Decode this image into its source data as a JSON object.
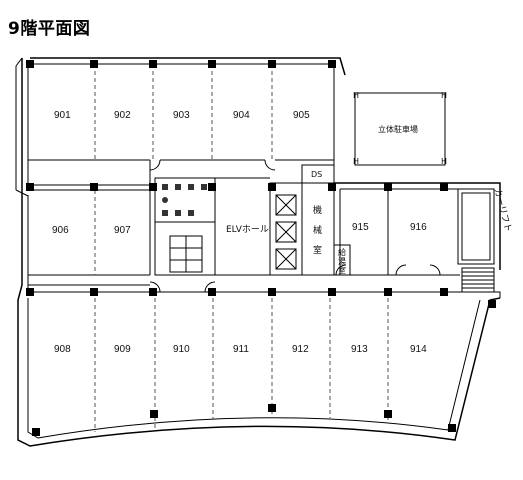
{
  "title": "9階平面図",
  "rooms": {
    "r901": "901",
    "r902": "902",
    "r903": "903",
    "r904": "904",
    "r905": "905",
    "r906": "906",
    "r907": "907",
    "r915": "915",
    "r916": "916",
    "r908": "908",
    "r909": "909",
    "r910": "910",
    "r911": "911",
    "r912": "912",
    "r913": "913",
    "r914": "914"
  },
  "facilities": {
    "parking": "立体駐車場",
    "parking_h": "H",
    "elevator_hall": "ELVホール",
    "ds": "DS",
    "machine_1": "機",
    "machine_2": "械",
    "machine_3": "室",
    "water_heater_1": "給",
    "water_heater_2": "湯",
    "water_heater_3": "室",
    "car_lift": "カーリフト"
  },
  "colors": {
    "line": "#000000",
    "column": "#000000",
    "partition": "#555555"
  }
}
